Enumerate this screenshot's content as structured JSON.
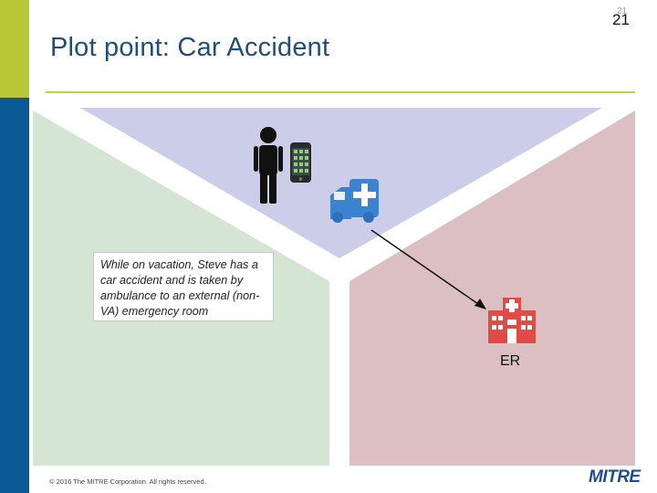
{
  "slide": {
    "page_number": "21",
    "page_number_shadow": "21",
    "title": "Plot point: Car Accident",
    "caption": "While on vacation, Steve has a car accident and is taken by ambulance to an external (non-VA) emergency room",
    "er_label": "ER",
    "copyright": "© 2016 The MITRE Corporation. All rights reserved.",
    "logo_text": "MITRE"
  },
  "colors": {
    "sidebar_top": "#b9c737",
    "sidebar_bottom": "#0b5a96",
    "title": "#1f4e79",
    "region_top": "#cccde8",
    "region_left": "#d5e5d3",
    "region_right": "#dbbfc3",
    "ambulance": "#3a83d1",
    "hospital": "#e04b45"
  },
  "icons": [
    "person-icon",
    "smartphone-icon",
    "ambulance-icon",
    "hospital-icon",
    "arrow-icon"
  ]
}
